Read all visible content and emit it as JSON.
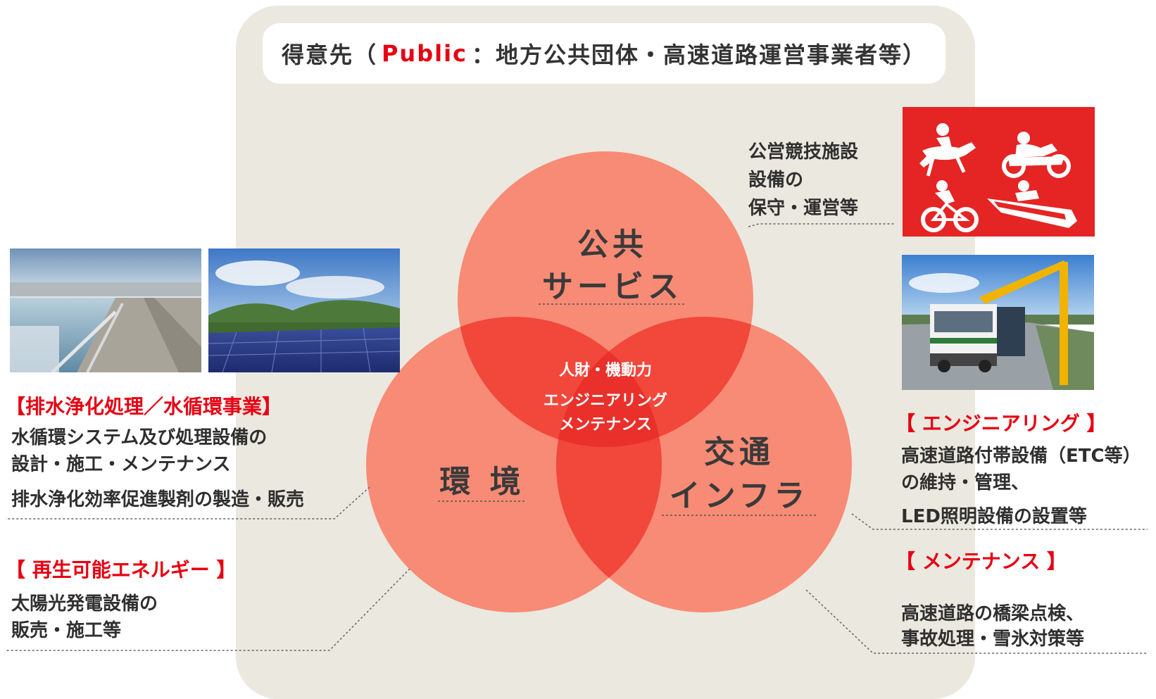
{
  "header": {
    "prefix": "得意先（",
    "accent": "Public",
    "suffix": "：地方公共団体・高速道路運営事業者等）",
    "accent_color": "#e60012"
  },
  "circles": {
    "public": {
      "line1": "公共",
      "line2": "サービス"
    },
    "environment": {
      "label": "環 境"
    },
    "traffic": {
      "line1": "交通",
      "line2": "インフラ"
    }
  },
  "center": {
    "line1": "人財・機動力",
    "line2": "エンジニアリング",
    "line3": "メンテナンス"
  },
  "left": {
    "water": {
      "title": "【排水浄化処理／水循環事業】",
      "body1": "水循環システム及び処理設備の",
      "body2": "設計・施工・メンテナンス",
      "body3": "排水浄化効率促進製剤の製造・販売"
    },
    "renewable": {
      "title": "【 再生可能エネルギー 】",
      "body1": "太陽光発電設備の",
      "body2": "販売・施工等"
    }
  },
  "right": {
    "racing": {
      "line1": "公営競技施設",
      "line2": "設備の",
      "line3": "保守・運営等"
    },
    "engineering": {
      "title": "【 エンジニアリング 】",
      "body1": "高速道路付帯設備（ETC等）",
      "body2": "の維持・管理、",
      "body3": "LED照明設備の設置等"
    },
    "maintenance": {
      "title": "【 メンテナンス 】",
      "body1": "高速道路の橋梁点検、",
      "body2": "事故処理・雪氷対策等"
    }
  },
  "colors": {
    "circle_fill": "#f9826b",
    "overlap_fill": "#f2473b",
    "center_fill": "#e9302a",
    "panel_bg": "#ebe8df",
    "icon_bg": "#e52424"
  },
  "icons": [
    "horse-racing-icon",
    "motorcycle-racing-icon",
    "cycling-icon",
    "boat-racing-icon"
  ]
}
